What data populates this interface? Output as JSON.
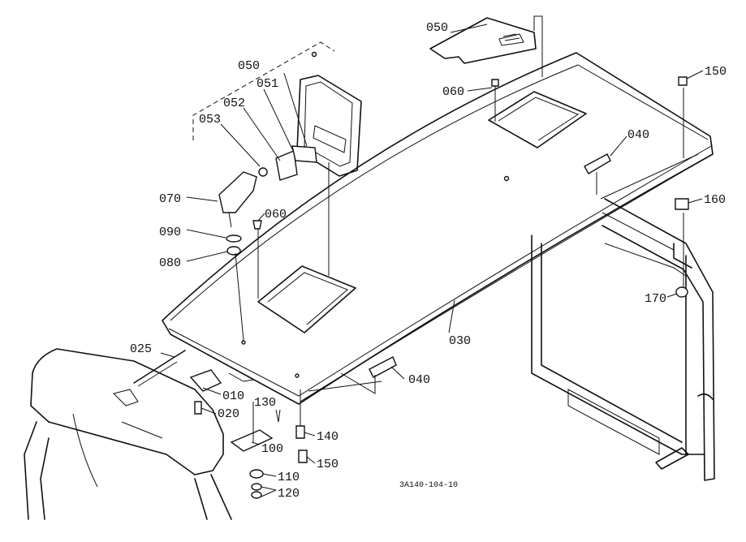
{
  "parts": {
    "p050a": "050",
    "p050b": "050",
    "p051": "051",
    "p052": "052",
    "p053": "053",
    "p060a": "060",
    "p060b": "060",
    "p070": "070",
    "p080": "080",
    "p090": "090",
    "p025": "025",
    "p010": "010",
    "p020": "020",
    "p130": "130",
    "p100": "100",
    "p110": "110",
    "p120": "120",
    "p030": "030",
    "p040a": "040",
    "p040b": "040",
    "p140": "140",
    "p150a": "150",
    "p150b": "150",
    "p160": "160",
    "p170": "170"
  },
  "drawing_code": "3A140-104-10"
}
